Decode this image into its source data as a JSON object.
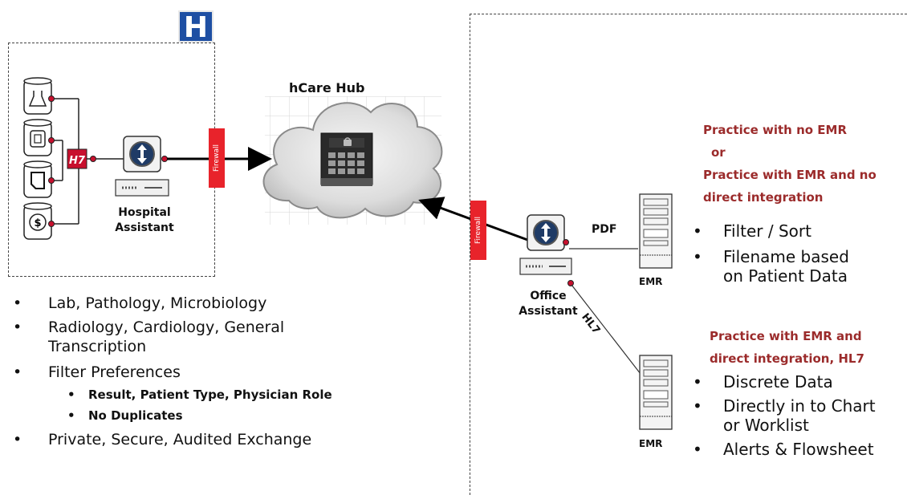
{
  "logo_letter": "H",
  "hub_title": "hCare Hub",
  "firewall_label": "Firewall",
  "hospital_assistant": [
    "Hospital",
    "Assistant"
  ],
  "office_assistant": [
    "Office",
    "Assistant"
  ],
  "hl7_badge": "H7",
  "pdf_label": "PDF",
  "hl7_line_label": "HL7",
  "emr_label": "EMR",
  "practice_heading_1": [
    "Practice with no EMR",
    "or",
    "Practice with EMR and no",
    "direct integration"
  ],
  "practice_list_1": [
    "Filter / Sort",
    "Filename based",
    "on Patient Data"
  ],
  "practice_heading_2": [
    "Practice with EMR and",
    "direct integration, HL7"
  ],
  "practice_list_2": [
    "Discrete Data",
    "Directly in to Chart",
    "or Worklist",
    "Alerts & Flowsheet"
  ],
  "hospital_features": {
    "items": [
      "Lab, Pathology, Microbiology",
      "Radiology, Cardiology, General",
      "Transcription",
      "Filter Preferences"
    ],
    "sub_items": [
      "Result, Patient Type, Physician Role",
      "No Duplicates"
    ],
    "last": "Private, Secure, Audited Exchange"
  },
  "colors": {
    "firewall": "#e8232b",
    "logo": "#1e4fa3",
    "heading_red": "#9b2b2b"
  }
}
